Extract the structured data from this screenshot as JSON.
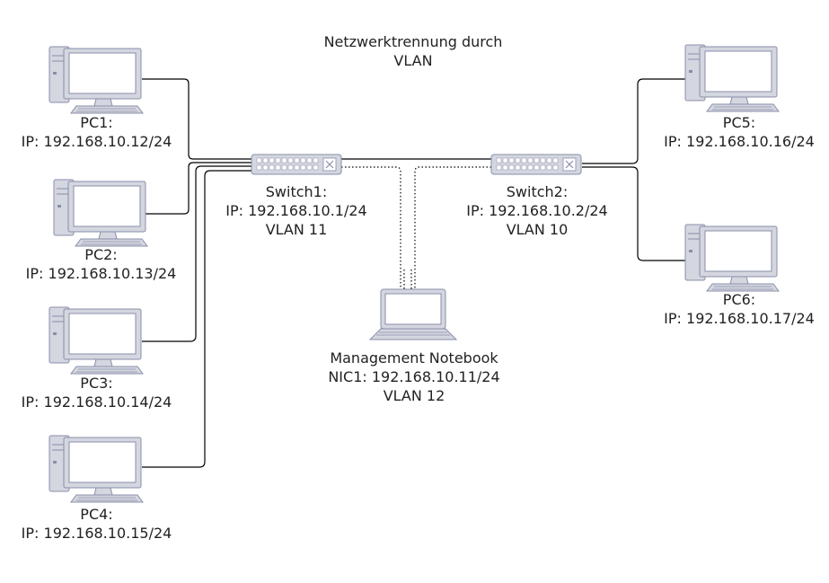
{
  "title": {
    "line1": "Netzwerktrennung durch",
    "line2": "VLAN"
  },
  "pcs": [
    {
      "name": "PC1:",
      "ip": "IP: 192.168.10.12/24"
    },
    {
      "name": "PC2:",
      "ip": "IP: 192.168.10.13/24"
    },
    {
      "name": "PC3:",
      "ip": "IP: 192.168.10.14/24"
    },
    {
      "name": "PC4:",
      "ip": "IP: 192.168.10.15/24"
    },
    {
      "name": "PC5:",
      "ip": "IP: 192.168.10.16/24"
    },
    {
      "name": "PC6:",
      "ip": "IP: 192.168.10.17/24"
    }
  ],
  "switches": [
    {
      "name": "Switch1:",
      "ip": "IP: 192.168.10.1/24",
      "vlan": "VLAN 11"
    },
    {
      "name": "Switch2:",
      "ip": "IP: 192.168.10.2/24",
      "vlan": "VLAN 10"
    }
  ],
  "notebook": {
    "name": "Management Notebook",
    "nic": "NIC1: 192.168.10.11/24",
    "vlan": "VLAN 12"
  },
  "colors": {
    "device_fill": "#ffffff",
    "device_stroke": "#8a8fa8",
    "device_body": "#d4d6e0",
    "link": "#000000"
  }
}
